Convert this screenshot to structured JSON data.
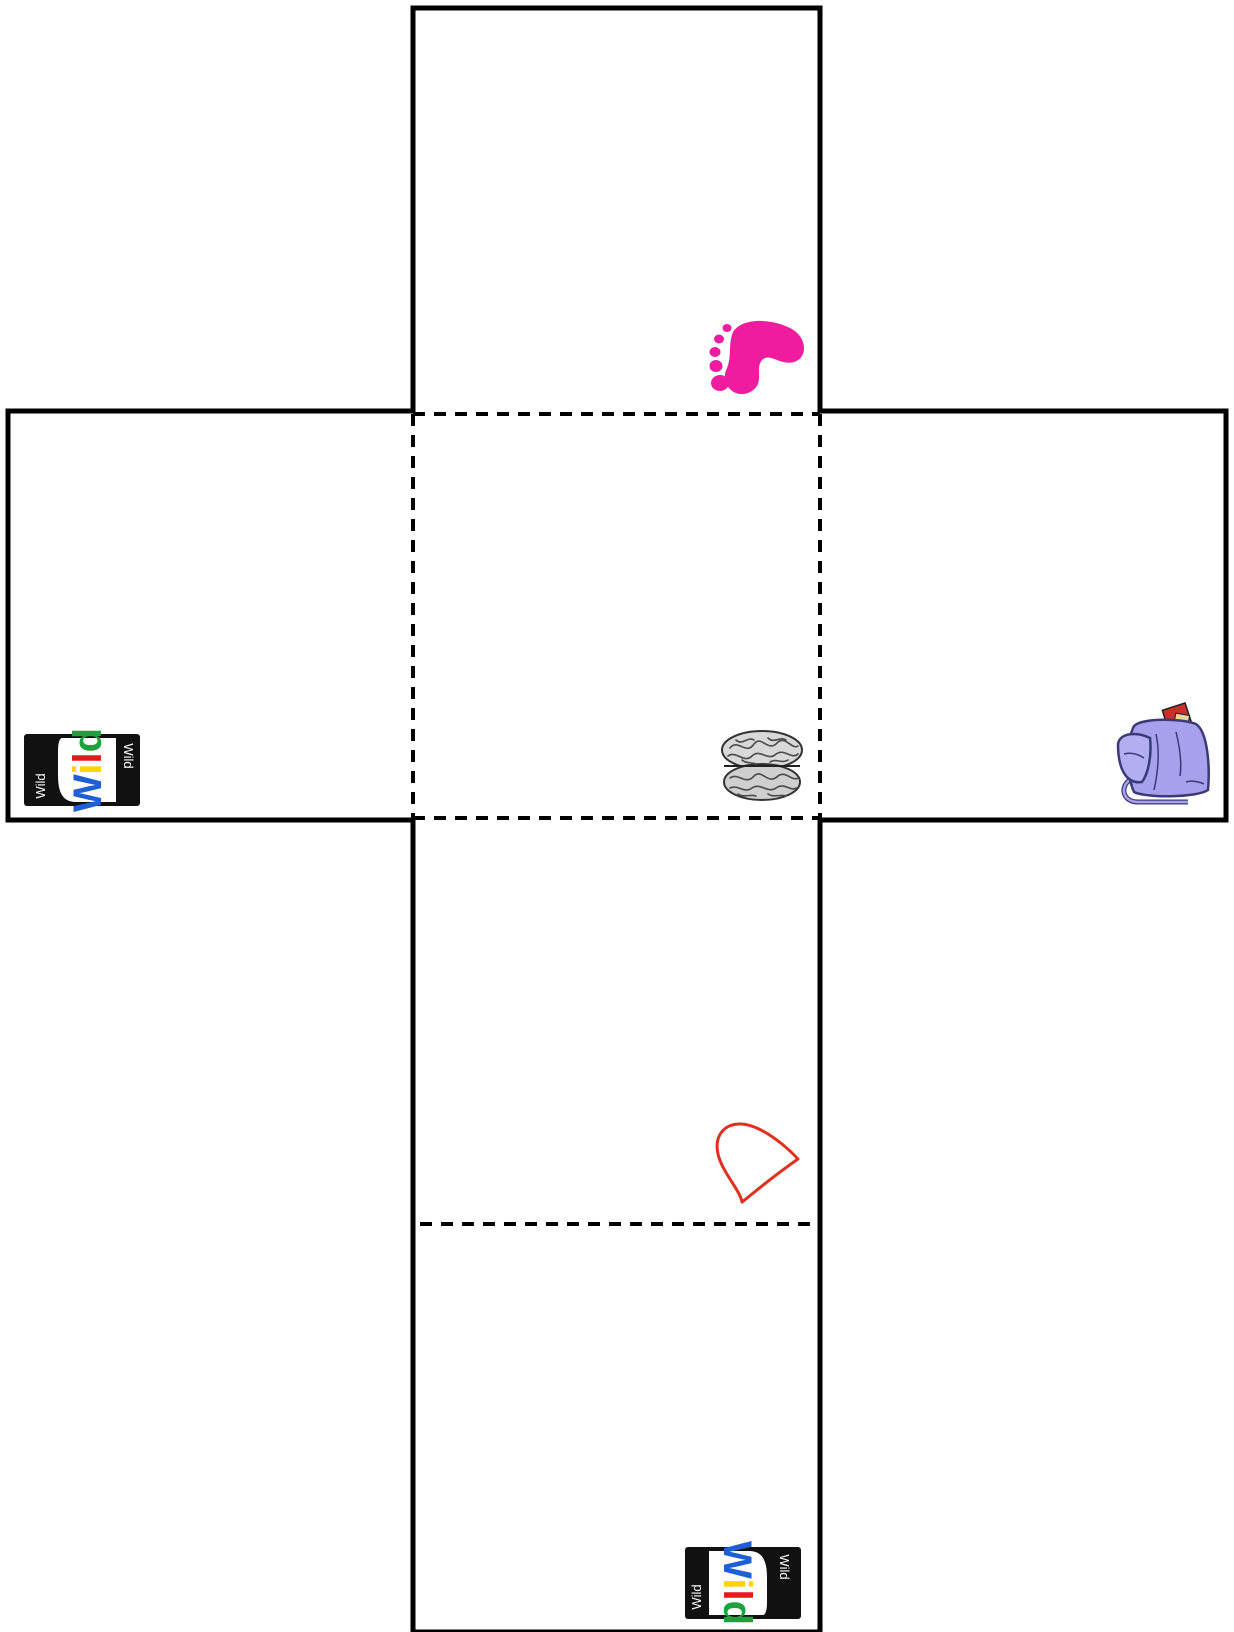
{
  "sheet": {
    "background": "#ffffff",
    "line_color": "#000000",
    "faces": [
      {
        "name": "top",
        "icon": "footprint-icon"
      },
      {
        "name": "left",
        "icon": "wild-card-icon"
      },
      {
        "name": "center",
        "icon": "brain-icon"
      },
      {
        "name": "right",
        "icon": "backpack-icon"
      },
      {
        "name": "bottom",
        "icon": "heart-icon"
      },
      {
        "name": "flap",
        "icon": "wild-card-icon"
      }
    ]
  },
  "wild_card": {
    "word": "Wild",
    "letter_colors": [
      "#1e5fd6",
      "#ffd400",
      "#e01b1b",
      "#18a33c"
    ],
    "card_color": "#111111",
    "oval_color": "#ffffff"
  },
  "colors": {
    "footprint": "#ef1ca0",
    "heart": "#e0301e",
    "backpack": "#a7a0ec",
    "backpack_outline": "#3b3a78",
    "brain": "#9b9b9b"
  }
}
